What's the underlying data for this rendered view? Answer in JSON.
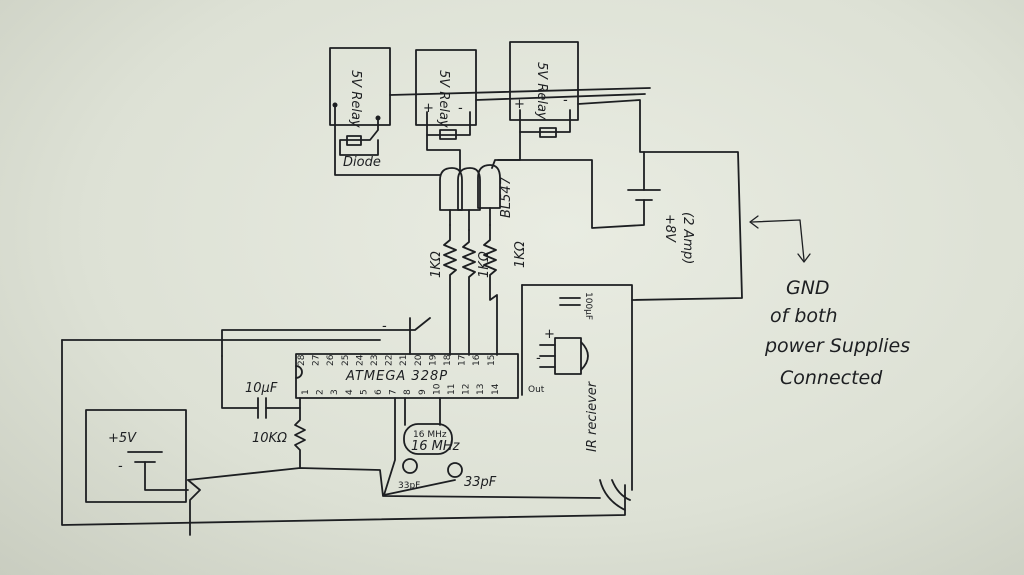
{
  "relays": [
    "5V Relay",
    "5V Relay",
    "5V Relay"
  ],
  "relay_pins": {
    "plus": "+",
    "minus": "-"
  },
  "diode_label": "Diode",
  "transistor_label": "BL547",
  "resistor_labels": [
    "1KΩ",
    "1KΩ",
    "1KΩ"
  ],
  "battery_8v": {
    "value": "+8V",
    "current": "(2 Amp)"
  },
  "battery_5v": {
    "plus": "+5V",
    "minus": "-"
  },
  "mcu_label": "ATMEGA 328P",
  "mcu_top_pins": [
    "28",
    "27",
    "26",
    "25",
    "24",
    "23",
    "22",
    "21",
    "20",
    "19",
    "18",
    "17",
    "16",
    "15"
  ],
  "mcu_bottom_pins": [
    "1",
    "2",
    "3",
    "4",
    "5",
    "6",
    "7",
    "8",
    "9",
    "10",
    "11",
    "12",
    "13",
    "14"
  ],
  "cap_10uf": "10μF",
  "res_10k": "10KΩ",
  "crystal_label": "16 MHz",
  "crystal_inner": "16 MHz",
  "cap_33pf_left": "33pF",
  "cap_33pf_right": "33pF",
  "cap_100uf": "100μF",
  "ir_label": "IR reciever",
  "ir_out": "Out",
  "ir_plus": "+",
  "ir_minus": "-",
  "ground_note": [
    "GND",
    "of both",
    "power Supplies",
    "Connected"
  ]
}
